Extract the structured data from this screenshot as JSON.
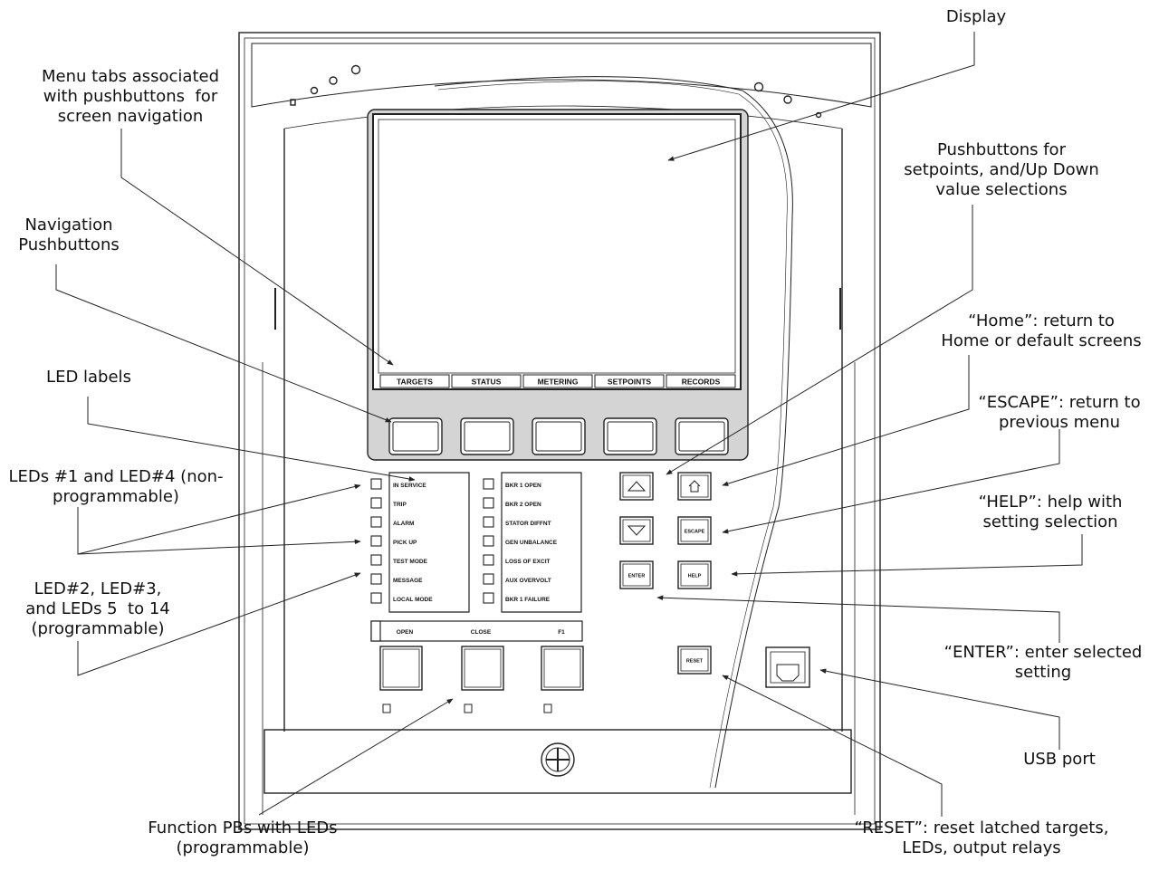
{
  "callouts": {
    "display": "Display",
    "menu_tabs": "Menu tabs associated\nwith pushbuttons  for\nscreen navigation",
    "navigation": "Navigation\nPushbuttons",
    "led_labels": "LED labels",
    "leds_nonprog": "LEDs #1 and LED#4 (non-\nprogrammable)",
    "leds_prog": "LED#2, LED#3,\nand LEDs 5  to 14\n(programmable)",
    "function_pbs": "Function PBs with LEDs\n(programmable)",
    "setpoint_pbs": "Pushbuttons for\nsetpoints, and/Up Down\nvalue selections",
    "home": "“Home”: return to\nHome or default screens",
    "escape": "“ESCAPE”: return to\nprevious menu",
    "help": "“HELP”: help with\nsetting selection",
    "enter": "“ENTER”: enter selected\nsetting",
    "usb": "USB port",
    "reset": "“RESET”: reset latched targets,\nLEDs, output relays"
  },
  "tabs": [
    "TARGETS",
    "STATUS",
    "METERING",
    "SETPOINTS",
    "RECORDS"
  ],
  "leds_left": [
    "IN SERVICE",
    "TRIP",
    "ALARM",
    "PICK UP",
    "TEST MODE",
    "MESSAGE",
    "LOCAL MODE"
  ],
  "leds_right": [
    "BKR 1 OPEN",
    "BKR 2 OPEN",
    "STATOR DIFFNT",
    "GEN UNBALANCE",
    "LOSS OF EXCIT",
    "AUX OVERVOLT",
    "BKR 1 FAILURE"
  ],
  "function_labels": [
    "OPEN",
    "CLOSE",
    "F1"
  ],
  "keys": {
    "enter": "ENTER",
    "escape": "ESCAPE",
    "help": "HELP",
    "reset": "RESET"
  },
  "colors": {
    "panel_grey": "#d4d4d4",
    "line": "#222222"
  }
}
